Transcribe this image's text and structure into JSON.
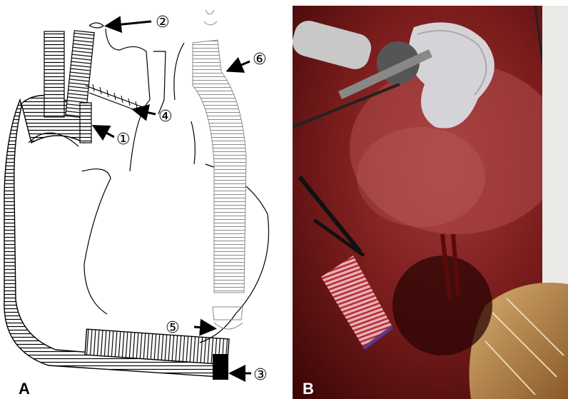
{
  "panels": [
    {
      "label": "A"
    },
    {
      "label": "B"
    }
  ],
  "callouts": [
    {
      "number": "①"
    },
    {
      "number": "②"
    },
    {
      "number": "③"
    },
    {
      "number": "④"
    },
    {
      "number": "⑤"
    },
    {
      "number": "⑥"
    }
  ],
  "colors": {
    "graft_stroke": "#000000",
    "graft_grey": "#8a8a8a",
    "tissue_red": "#8b1a1a",
    "tissue_dark": "#3a0606"
  }
}
